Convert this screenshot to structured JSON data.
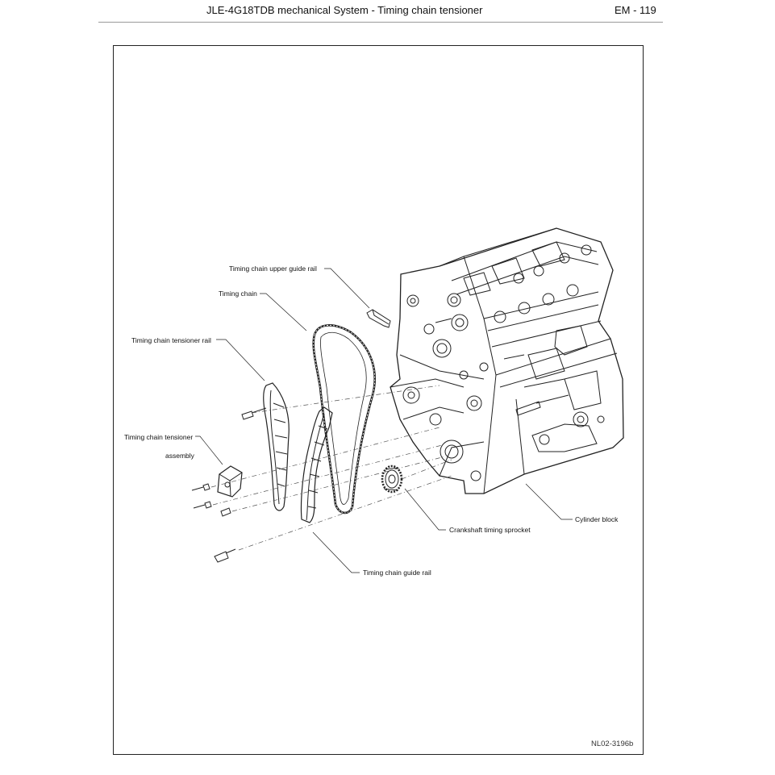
{
  "header": {
    "title": "JLE-4G18TDB mechanical System - Timing chain tensioner",
    "page": "EM - 119"
  },
  "figure": {
    "id": "NL02-3196b",
    "labels": {
      "upper_guide_rail": "Timing chain upper guide rail",
      "timing_chain": "Timing chain",
      "tensioner_rail": "Timing chain tensioner rail",
      "tensioner_assembly_line1": "Timing chain tensioner",
      "tensioner_assembly_line2": "assembly",
      "cylinder_block": "Cylinder block",
      "crankshaft_sprocket": "Crankshaft timing sprocket",
      "guide_rail": "Timing chain guide rail"
    }
  }
}
